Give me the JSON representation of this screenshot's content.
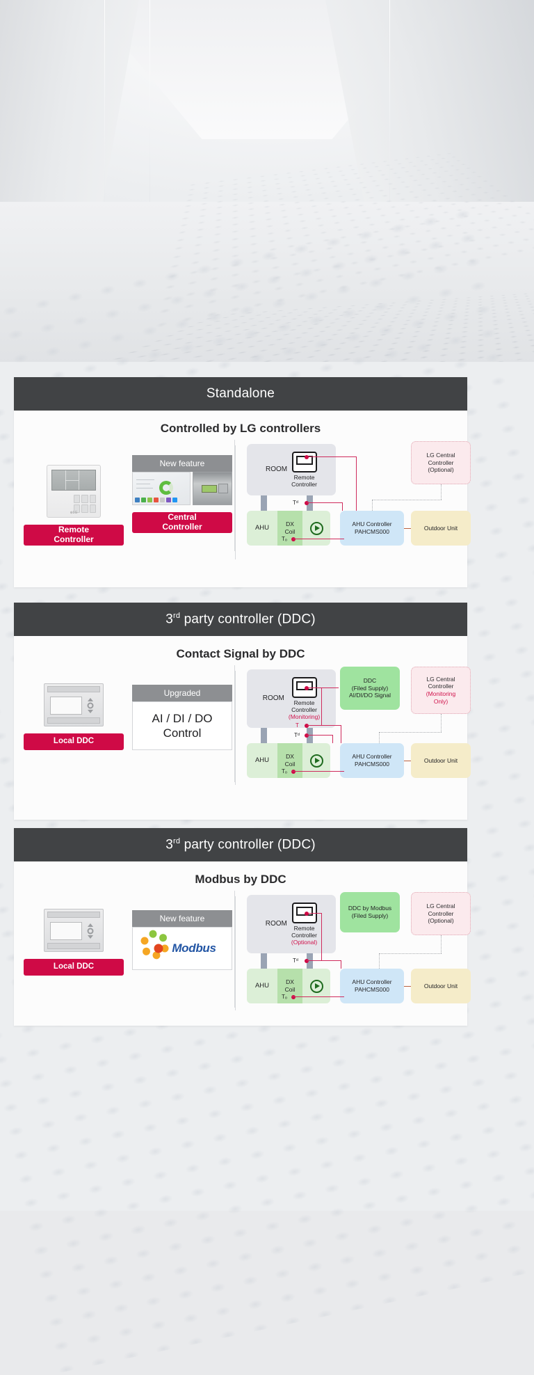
{
  "hero": {
    "alt": "ceiling-perspective-photo"
  },
  "sections": [
    {
      "header": "Standalone",
      "header_sup": "",
      "title": "Controlled by LG controllers",
      "left": {
        "type": "standalone",
        "col1": {
          "photo": "lg-wall-remote-controller-photo",
          "chip": "Remote\nController",
          "chip_line1": "Remote",
          "chip_line2": "Controller"
        },
        "col2": {
          "badge": "New feature",
          "photo_a": "ac-smart-screen-photo",
          "photo_b": "acp-device-photo",
          "chip_line1": "Central",
          "chip_line2": "Controller"
        }
      },
      "diagram": {
        "room_label": "ROOM",
        "remote_label_1": "Remote",
        "remote_label_2": "Controller",
        "remote_sub": "",
        "ahu_label": "AHU",
        "dx_label_1": "DX",
        "dx_label_2": "Coil",
        "t_labels": [
          "Tᵈ"
        ],
        "to_label": "Tₒ",
        "ahuc_label_1": "AHU Controller",
        "ahuc_label_2": "PAHCMS000",
        "outdoor_label": "Outdoor Unit",
        "lgc_label_1": "LG Central",
        "lgc_label_2": "Controller",
        "lgc_label_3": "(Optional)",
        "lgc_label_3_red": false,
        "ddc": null
      }
    },
    {
      "header": "3",
      "header_sup": "rd",
      "header_rest": " party controller (DDC)",
      "title": "Contact Signal by DDC",
      "left": {
        "type": "ddc",
        "col1": {
          "photo": "local-ddc-module-photo",
          "chip_line1": "Local DDC"
        },
        "col2": {
          "badge": "Upgraded",
          "panel_line1": "AI / DI / DO",
          "panel_line2": "Control"
        }
      },
      "diagram": {
        "room_label": "ROOM",
        "remote_label_1": "Remote",
        "remote_label_2": "Controller",
        "remote_sub": "(Monitoring)",
        "ahu_label": "AHU",
        "dx_label_1": "DX",
        "dx_label_2": "Coil",
        "t_labels": [
          "T",
          "Tᵈ"
        ],
        "to_label": "Tₒ",
        "ahuc_label_1": "AHU Controller",
        "ahuc_label_2": "PAHCMS000",
        "outdoor_label": "Outdoor Unit",
        "lgc_label_1": "LG Central",
        "lgc_label_2": "Controller",
        "lgc_label_3": "(Monitoring",
        "lgc_label_4": "Only)",
        "lgc_label_3_red": true,
        "ddc": {
          "line1": "DDC",
          "line2": "(Filed Supply)",
          "line3": "AI/DI/DO Signal"
        }
      }
    },
    {
      "header": "3",
      "header_sup": "rd",
      "header_rest": " party controller (DDC)",
      "title": "Modbus by DDC",
      "left": {
        "type": "modbus",
        "col1": {
          "photo": "local-ddc-module-photo",
          "chip_line1": "Local DDC"
        },
        "col2": {
          "badge": "New feature",
          "logo_text": "Modbus"
        }
      },
      "diagram": {
        "room_label": "ROOM",
        "remote_label_1": "Remote",
        "remote_label_2": "Controller",
        "remote_sub": "(Optional)",
        "ahu_label": "AHU",
        "dx_label_1": "DX",
        "dx_label_2": "Coil",
        "t_labels": [
          "Tᵈ"
        ],
        "to_label": "Tₒ",
        "ahuc_label_1": "AHU Controller",
        "ahuc_label_2": "PAHCMS000",
        "outdoor_label": "Outdoor Unit",
        "lgc_label_1": "LG Central",
        "lgc_label_2": "Controller",
        "lgc_label_3": "(Optional)",
        "lgc_label_3_red": false,
        "ddc": {
          "line1": "DDC by Modbus",
          "line2": "(Filed Supply)",
          "line3": ""
        }
      }
    }
  ],
  "colors": {
    "brand_red": "#cf0a46",
    "header_dark": "#414345",
    "room_gray": "#e4e5ea",
    "ahu_green": "#dcefd7",
    "dx_green": "#b6e0ab",
    "ddc_green": "#9fe39f",
    "ahuc_blue": "#cfe6f7",
    "outdoor_cream": "#f5ecc9",
    "lgc_pink": "#fbeaed",
    "wire_red": "#cf2a5c",
    "modbus_blue": "#2255a4"
  }
}
